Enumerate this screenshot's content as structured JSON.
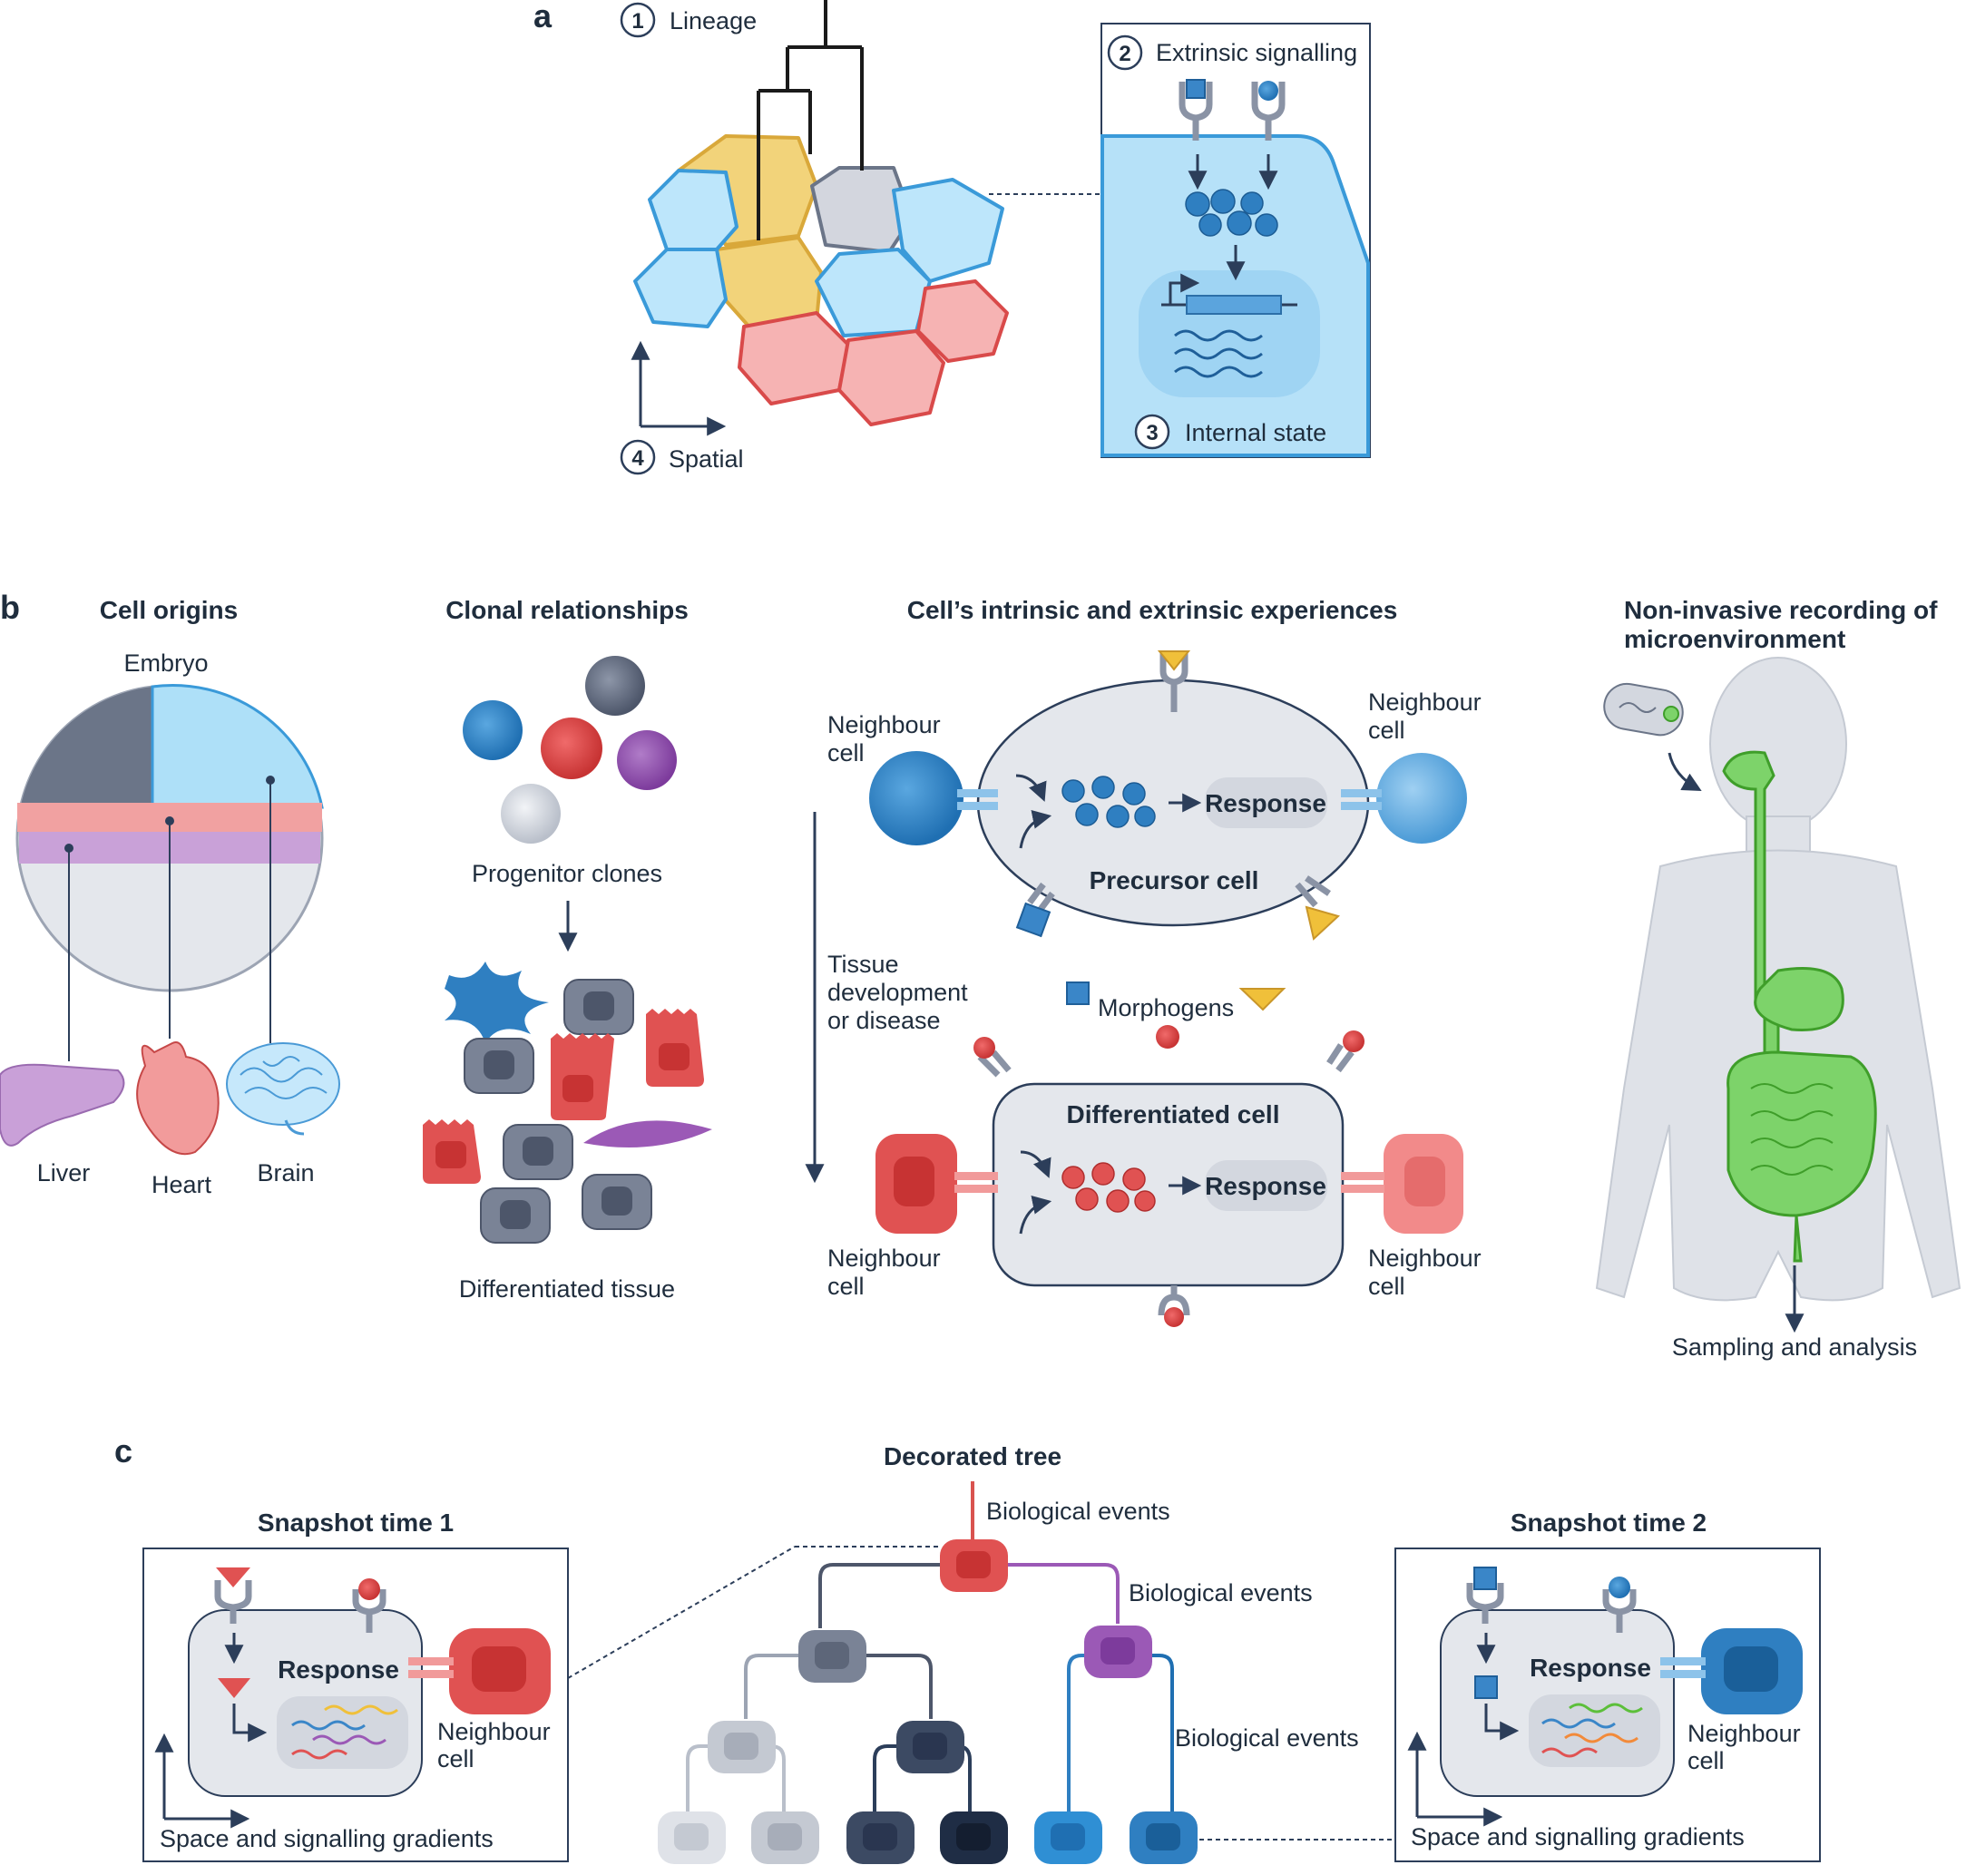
{
  "panel_a": {
    "letter": "a",
    "lineage": {
      "num": "1",
      "label": "Lineage"
    },
    "extrinsic": {
      "num": "2",
      "label": "Extrinsic signalling"
    },
    "internal": {
      "num": "3",
      "label": "Internal state"
    },
    "spatial": {
      "num": "4",
      "label": "Spatial"
    }
  },
  "panel_b": {
    "letter": "b",
    "cell_origins": {
      "title": "Cell origins",
      "embryo": "Embryo",
      "liver": "Liver",
      "heart": "Heart",
      "brain": "Brain"
    },
    "clonal": {
      "title": "Clonal relationships",
      "progenitor": "Progenitor clones",
      "differentiated": "Differentiated tissue"
    },
    "experiences": {
      "title": "Cell’s intrinsic and extrinsic experiences",
      "neighbour_line1": "Neighbour",
      "neighbour_line2": "cell",
      "response": "Response",
      "precursor": "Precursor cell",
      "differentiated": "Differentiated cell",
      "morphogens": "Morphogens",
      "timeline_line1": "Tissue",
      "timeline_line2": "development",
      "timeline_line3": "or disease"
    },
    "recording": {
      "title_line1": "Non-invasive recording of",
      "title_line2": "microenvironment",
      "sampling": "Sampling and analysis"
    }
  },
  "panel_c": {
    "letter": "c",
    "tree_title": "Decorated tree",
    "events_label": "Biological events",
    "snapshot1": {
      "title": "Snapshot time 1",
      "response": "Response",
      "neighbour_line1": "Neighbour",
      "neighbour_line2": "cell",
      "axis": "Space and signalling gradients"
    },
    "snapshot2": {
      "title": "Snapshot time 2",
      "response": "Response",
      "neighbour_line1": "Neighbour",
      "neighbour_line2": "cell",
      "axis": "Space and signalling gradients"
    }
  },
  "colors": {
    "blue": "#3a86c8",
    "light_blue": "#a9dcf5",
    "red": "#e05252",
    "pink": "#f3a5a5",
    "yellow": "#f0c95a",
    "purple": "#9b59b6",
    "gray": "#6b7588",
    "navy": "#2c3e5a",
    "green": "#5cbf3a"
  }
}
